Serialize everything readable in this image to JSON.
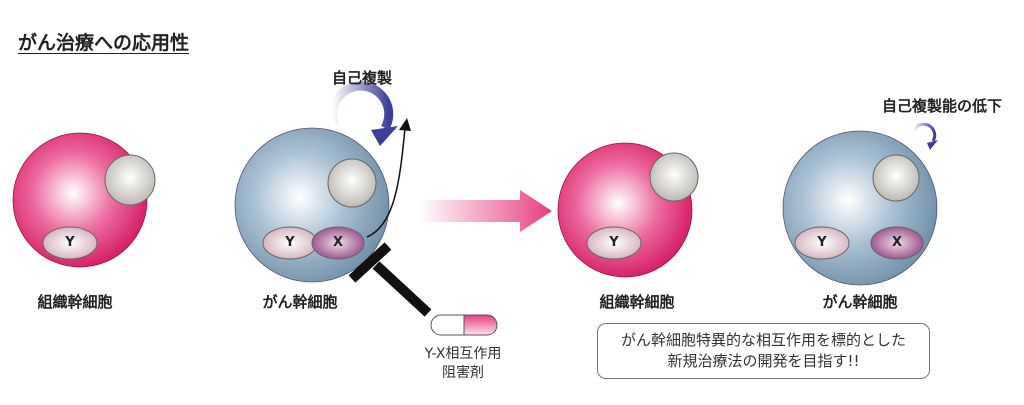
{
  "title": "がん治療への応用性",
  "cells": [
    {
      "label": "組織幹細胞",
      "type": "tissue-stem-cell",
      "molecules": [
        "Y"
      ]
    },
    {
      "label": "がん幹細胞",
      "type": "cancer-stem-cell",
      "molecules": [
        "Y",
        "X"
      ]
    },
    {
      "label": "組織幹細胞",
      "type": "tissue-stem-cell",
      "molecules": [
        "Y"
      ]
    },
    {
      "label": "がん幹細胞",
      "type": "cancer-stem-cell",
      "molecules": [
        "Y",
        "X"
      ]
    }
  ],
  "self_renewal_label": "自己複製",
  "reduced_self_renewal_label": "自己複製能の低下",
  "inhibitor": {
    "line1": "Y-X相互作用",
    "line2": "阻害剤"
  },
  "message": {
    "line1": "がん幹細胞特異的な相互作用を標的とした",
    "line2": "新規治療法の開発を目指す!!"
  },
  "colors": {
    "tissue_cell": "#e0246e",
    "cancer_cell": "#7f9fb8",
    "molecule_x": "#9c4f8c",
    "molecule_y": "#d9b9c2",
    "arrow": "#e83e82",
    "self_renewal_arrow": "#3b3f99"
  }
}
